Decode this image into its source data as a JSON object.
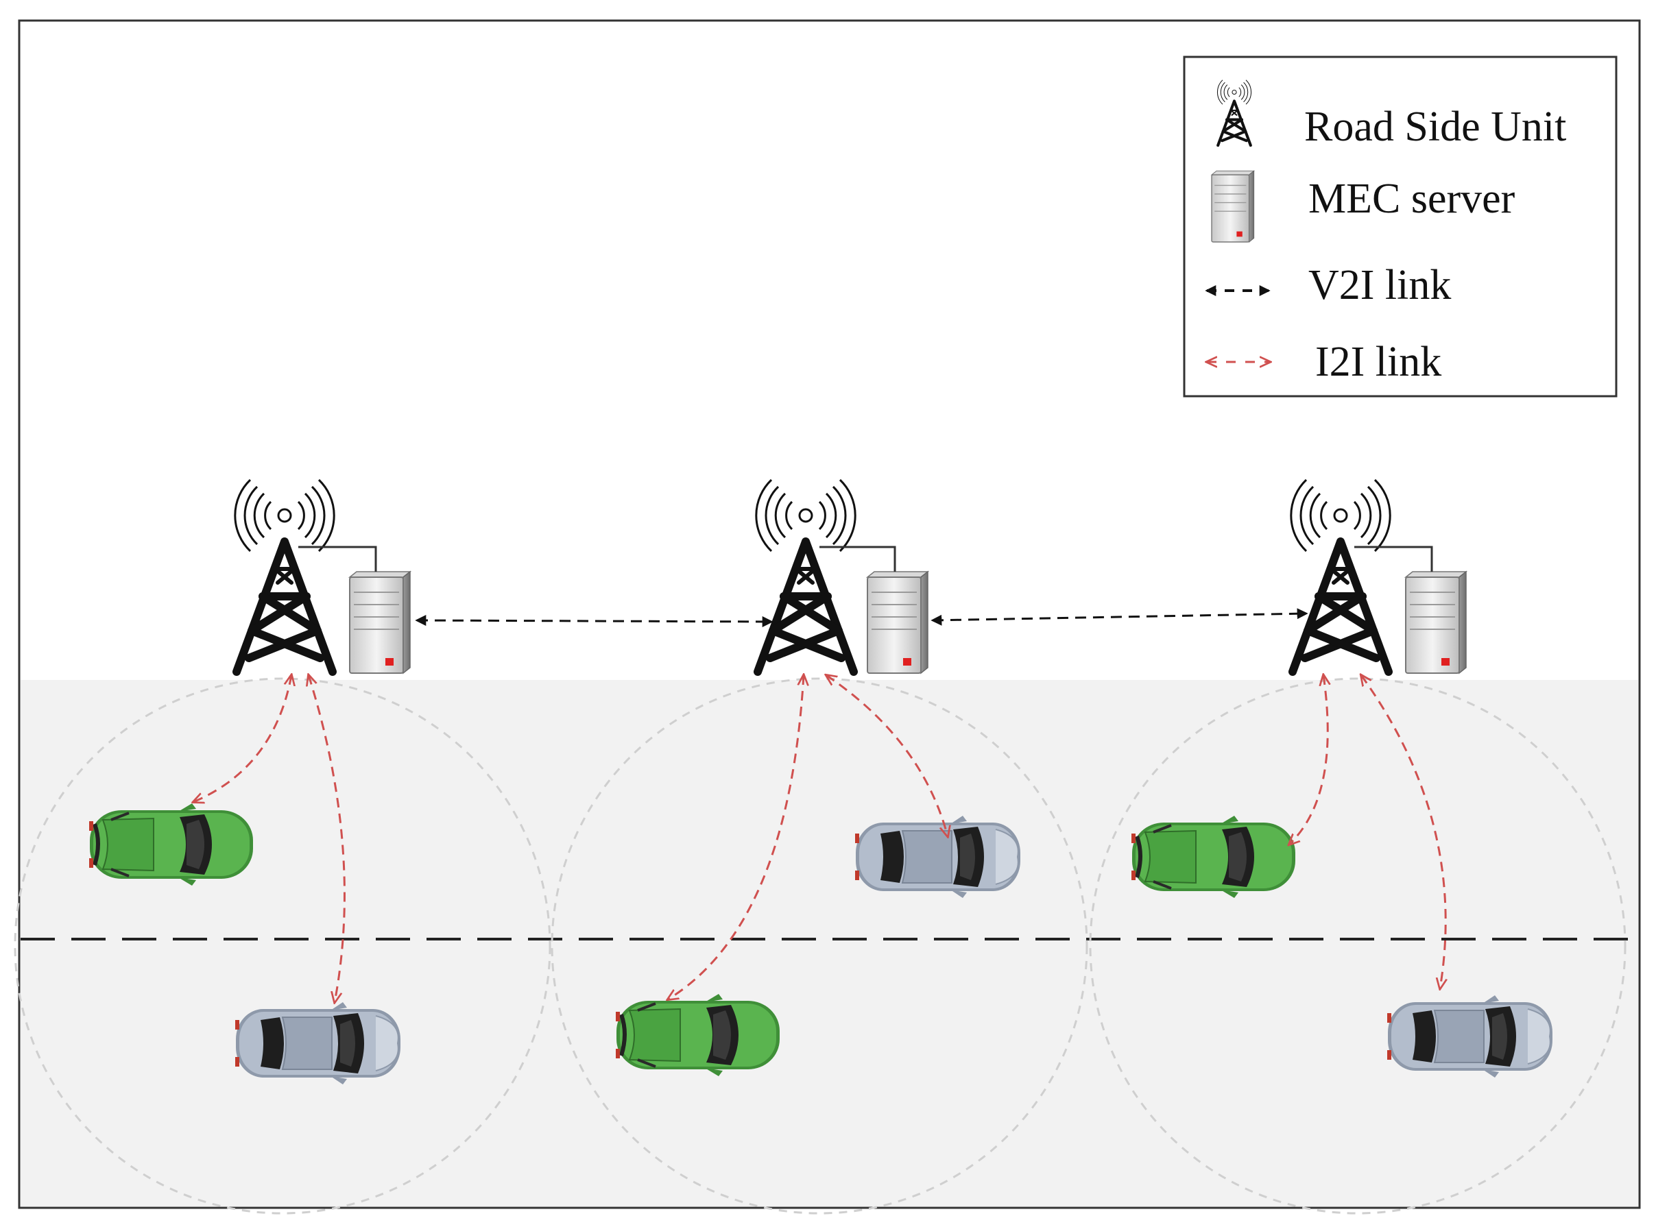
{
  "legend": {
    "items": [
      {
        "label": "Road Side Unit",
        "icon": "antenna-tower-icon"
      },
      {
        "label": "MEC server",
        "icon": "server-icon"
      },
      {
        "label": "V2I link",
        "icon": "black-dashed-double-arrow-icon"
      },
      {
        "label": "I2I link",
        "icon": "red-dashed-double-arrow-icon"
      }
    ]
  },
  "scene": {
    "road_side_units": 3,
    "vehicles": [
      {
        "unit": 1,
        "lane": "upper",
        "color": "green"
      },
      {
        "unit": 1,
        "lane": "lower",
        "color": "silver"
      },
      {
        "unit": 2,
        "lane": "upper",
        "color": "silver"
      },
      {
        "unit": 2,
        "lane": "lower",
        "color": "green"
      },
      {
        "unit": 3,
        "lane": "upper",
        "color": "green"
      },
      {
        "unit": 3,
        "lane": "lower",
        "color": "silver"
      }
    ]
  },
  "colors": {
    "road": "#f2f2f2",
    "green_car": "#4aa341",
    "silver_car": "#a9b4c4",
    "i2i_link": "#d0504f",
    "v2i_link": "#1a1a1a",
    "server_led": "#e02020"
  }
}
